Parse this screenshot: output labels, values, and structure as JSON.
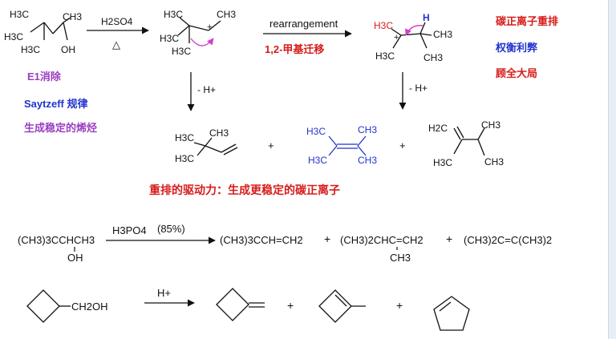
{
  "colors": {
    "red": "#d81b1b",
    "blue": "#2233cc",
    "purple": "#9a3fc2",
    "pink": "#d040c8",
    "black": "#111111"
  },
  "scheme1": {
    "reagent_top": "H2SO4",
    "reagent_bottom": "△",
    "rearrangement_label": "rearrangement",
    "methyl_shift_label": "1,2-甲基迁移",
    "elimination_left": "- H+",
    "elimination_right": "- H+",
    "plus_signs": [
      "+",
      "+"
    ],
    "notes_left": [
      "E1消除",
      "Saytzeff 规律",
      "生成稳定的烯烃"
    ],
    "notes_right": [
      "碳正离子重排",
      "权衡利弊",
      "顾全大局"
    ],
    "driving_force": "重排的驱动力：生成更稳定的碳正离子",
    "labels": {
      "h3c": "H3C",
      "ch3": "CH3",
      "oh": "OH",
      "h": "H",
      "h2c": "H2C",
      "plus": "+"
    }
  },
  "scheme2": {
    "reactant": "(CH3)3CCHCH3",
    "reactant_oh": "OH",
    "reagent": "H3PO4",
    "reagent_conc": "(85%)",
    "product1": "(CH3)3CCH=CH2",
    "product2": "(CH3)2CHC=CH2",
    "product2_sub": "CH3",
    "product3": "(CH3)2C=C(CH3)2",
    "plus_signs": [
      "+",
      "+"
    ]
  },
  "scheme3": {
    "reactant_group": "CH2OH",
    "reagent": "H+",
    "plus_signs": [
      "+",
      "+"
    ]
  }
}
